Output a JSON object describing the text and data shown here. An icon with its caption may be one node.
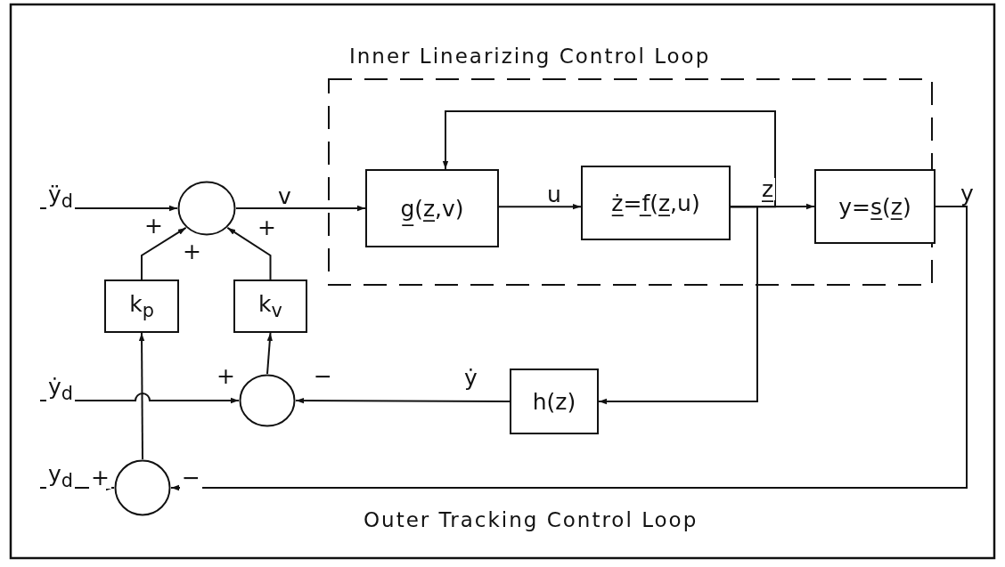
{
  "diagram": {
    "nodes": [
      {
        "text": [
          "Inner Linearizing Control Loop"
        ]
      },
      {
        "text": [],
        "shape": "circle"
      },
      {
        "text": [
          "g̲(z̲,v)"
        ],
        "in": 0
      },
      {
        "text": [
          "ż̲=f̲(z̲,u)"
        ],
        "in": 0
      },
      {
        "text": [
          "y=s̲(z̲)"
        ],
        "in": 0
      },
      {
        "text": [
          "k$_{p}$"
        ]
      },
      {
        "text": [
          "k$_{v}$"
        ]
      },
      {
        "text": [],
        "shape": "circle"
      },
      {
        "text": [
          "h(z)"
        ]
      },
      {
        "text": [],
        "shape": "circle"
      }
    ],
    "edges": [
      {
        "from": null,
        "to": 1,
        "arrow": "to",
        "label": "ÿ$_{d}$"
      },
      {
        "from": 1,
        "to": 2,
        "arrow": "to",
        "label": "v"
      },
      {
        "from": 2,
        "to": 3,
        "arrow": "to",
        "label": "u"
      },
      {
        "from": 3,
        "to": 4,
        "arrow": "to",
        "label": "z̲"
      },
      {
        "from": 3,
        "to": 2,
        "arrow": "to"
      },
      {
        "from": 4,
        "to": 9,
        "arrow": "to",
        "label": "y"
      },
      {
        "from": 3,
        "to": 8,
        "arrow": "to"
      },
      {
        "from": 8,
        "to": 7,
        "arrow": "to",
        "label": "ẏ"
      },
      {
        "from": null,
        "to": 7,
        "arrow": "to",
        "label": "ẏ$_{d}$"
      },
      {
        "from": null,
        "to": 9,
        "arrow": "to",
        "label": "y$_{d}$"
      },
      {
        "from": 9,
        "to": 5,
        "arrow": "to"
      },
      {
        "from": 7,
        "to": 6,
        "arrow": "to"
      },
      {
        "from": 5,
        "to": 1,
        "arrow": "to"
      },
      {
        "from": 6,
        "to": 1,
        "arrow": "to"
      }
    ],
    "labels": [
      "+",
      "+",
      "+",
      "+",
      "−",
      "+",
      "−",
      "Outer Tracking Control Loop"
    ]
  }
}
